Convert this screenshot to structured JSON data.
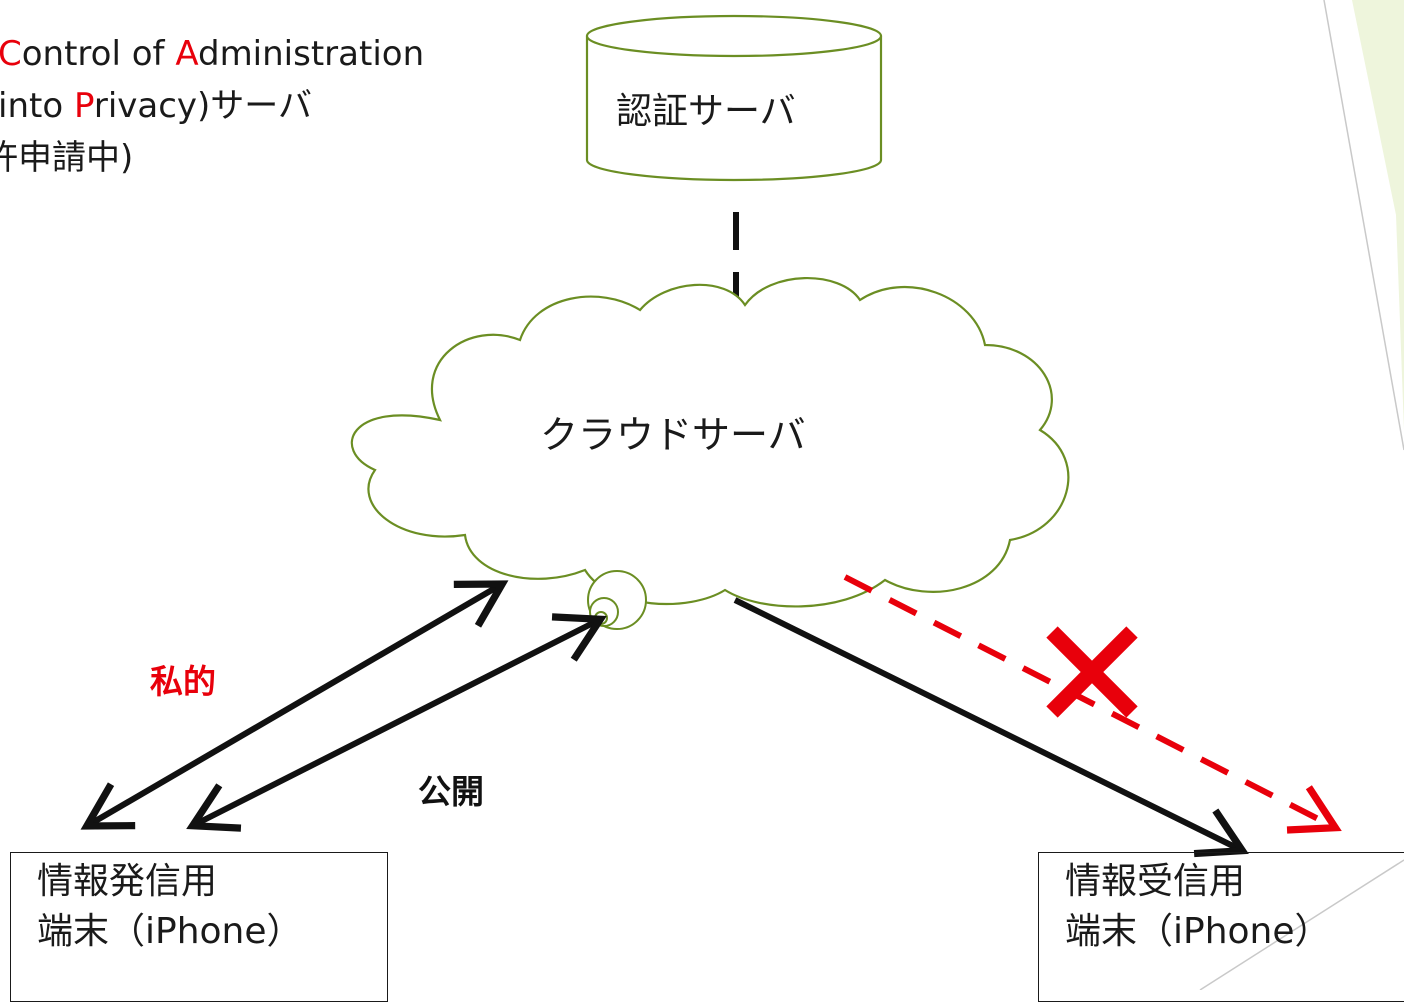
{
  "title": {
    "line1_c": "C",
    "line1_mid": "ontrol of ",
    "line1_a": "A",
    "line1_rest": "dministration",
    "line2_start": "into ",
    "line2_p": "P",
    "line2_rest": "rivacy)サーバ",
    "line3": "許申請中)"
  },
  "nodes": {
    "auth_server": "認証サーバ",
    "cloud_server": "クラウドサーバ",
    "sender_line1": "情報発信用",
    "sender_line2": "端末（iPhone）",
    "receiver_line1": "情報受信用",
    "receiver_line2": "端末（iPhone）"
  },
  "edges": {
    "private_label": "私的",
    "public_label": "公開"
  },
  "colors": {
    "accent_red": "#e8000b",
    "cloud_outline": "#6b8e23",
    "slide_accent": "#eef5dc"
  }
}
